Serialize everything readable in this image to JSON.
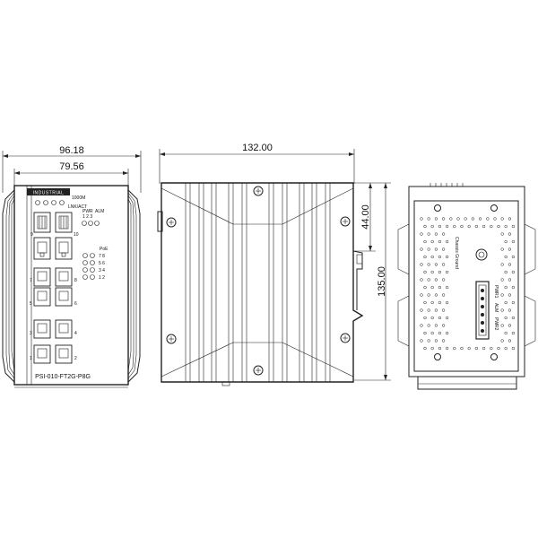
{
  "dimensions": {
    "front_outer_width": "96.18",
    "front_body_width": "79.56",
    "side_width": "132.00",
    "side_height": "135.00",
    "side_top_section": "44.00"
  },
  "front_panel": {
    "brand": "INDUSTRIAL",
    "speed_label": "1000M",
    "link_label": "LNK/ACT",
    "pwr_label": "PWR",
    "alm_label": "ALM",
    "pwr_alm_numbers": "1  2  3",
    "port_label_9": "9",
    "port_label_10": "10",
    "poe_label": "PoE",
    "poe_rows": [
      "7  8",
      "5  6",
      "3  4",
      "1  2"
    ],
    "port_labels_left": [
      "7",
      "5",
      "3",
      "1"
    ],
    "port_labels_right": [
      "8",
      "6",
      "4",
      "2"
    ],
    "model": "PSI-010-FT2G-P8G"
  },
  "rear_panel": {
    "ground_label": "Chassis Ground",
    "terminal_labels": [
      "PWR1",
      "ALM",
      "PWR2"
    ]
  },
  "colors": {
    "line": "#222222",
    "background": "#ffffff"
  }
}
